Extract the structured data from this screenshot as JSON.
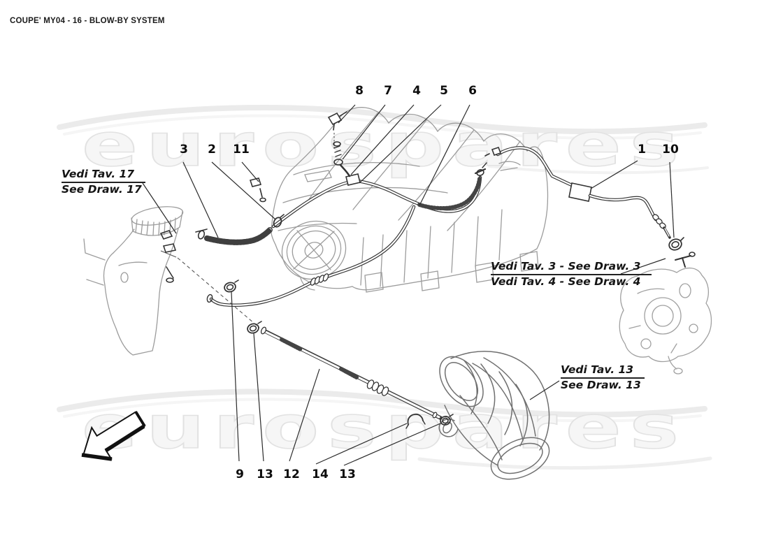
{
  "page": {
    "title": "COUPE' MY04 - 16 - BLOW-BY SYSTEM"
  },
  "watermark": {
    "text": "eurospares"
  },
  "callouts": [
    {
      "number": "8"
    },
    {
      "number": "7"
    },
    {
      "number": "4"
    },
    {
      "number": "5"
    },
    {
      "number": "6"
    },
    {
      "number": "3"
    },
    {
      "number": "2"
    },
    {
      "number": "11"
    },
    {
      "number": "1"
    },
    {
      "number": "10"
    },
    {
      "number": "9"
    },
    {
      "number": "13"
    },
    {
      "number": "12"
    },
    {
      "number": "14"
    },
    {
      "number": "13"
    }
  ],
  "notes": {
    "draw17": {
      "line1": "Vedi Tav. 17",
      "line2": "See Draw. 17"
    },
    "draw3_4": {
      "line1": "Vedi Tav. 3 - See Draw. 3",
      "line2": "Vedi Tav. 4 - See Draw. 4"
    },
    "draw13": {
      "line1": "Vedi Tav. 13",
      "line2": "See Draw. 13"
    }
  },
  "colors": {
    "ink": "#2b2b2b",
    "light_part_gray": "#9c9c9c",
    "duct_gray": "#707070",
    "watermark_gray": "#e2e2e2",
    "background": "#ffffff"
  }
}
